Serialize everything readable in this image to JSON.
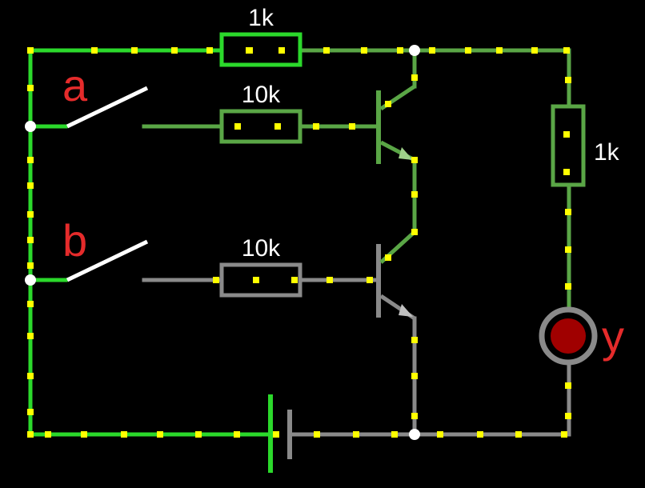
{
  "colors": {
    "background": "#000000",
    "wire_active": "#2bd92b",
    "wire_dim": "#5aa646",
    "wire_off": "#8a8a8a",
    "current_dot": "#ffff00",
    "switch_blade": "#ffffff",
    "junction": "#ffffff",
    "label_red": "#e52b2b",
    "led_red": "#a00000"
  },
  "labels": {
    "r_top": "1k",
    "r_a": "10k",
    "r_b": "10k",
    "r_right": "1k",
    "switch_a": "a",
    "switch_b": "b",
    "output": "y"
  }
}
